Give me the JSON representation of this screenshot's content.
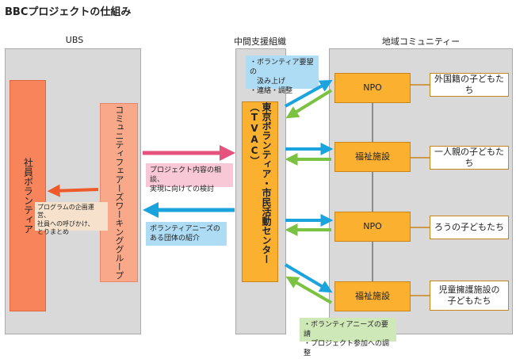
{
  "title": "BBCプロジェクトの仕組み",
  "columns": {
    "ubs": "UBS",
    "intermediary": "中間支援組織",
    "community": "地域コミュニティー"
  },
  "ubs": {
    "employee_volunteer": "社員ボランティア",
    "working_group": "コミュニティフェアーズワーキンググループ",
    "wg_note_lines": [
      "プログラムの企画運営、",
      "社員への呼びかけ、",
      "とりまとめ"
    ]
  },
  "tvac": {
    "label": "東京ボランティア・市民活動センター（TVAC）",
    "top_note_lines": [
      "・ボランティア要望の",
      "　汲み上げ",
      "・連絡・調整"
    ]
  },
  "flows": {
    "pink_note_lines": [
      "プロジェクト内容の相談、",
      "実現に向けての検討"
    ],
    "blue_note_lines": [
      "ボランティアニーズの",
      "ある団体の紹介"
    ],
    "bottom_note_lines": [
      "・ボランティアニーズの要請",
      "・プロジェクト参加への調整"
    ]
  },
  "organizations": [
    {
      "name": "NPO",
      "beneficiary": "外国籍の子どもたち"
    },
    {
      "name": "福祉施設",
      "beneficiary": "一人親の子どもたち"
    },
    {
      "name": "NPO",
      "beneficiary": "ろうの子どもたち"
    },
    {
      "name": "福祉施設",
      "beneficiary": "児童擁護施設の子どもたち"
    }
  ],
  "colors": {
    "arrow_blue": "#1aa3dc",
    "arrow_green": "#7cc242",
    "arrow_pink": "#e5527e",
    "arrow_orange": "#ef5a2a",
    "employee_fill": "#f7845a",
    "wg_fill": "#f9a98a",
    "org_fill": "#fbb030"
  }
}
